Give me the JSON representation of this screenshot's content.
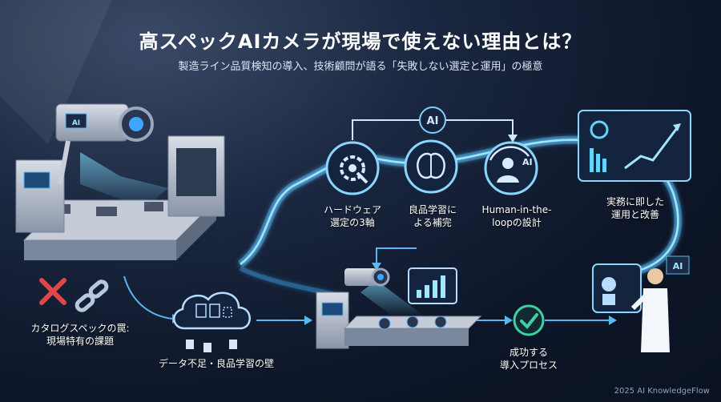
{
  "header": {
    "title": "高スペックAIカメラが現場で使えない理由とは？",
    "subtitle": "製造ライン品質検知の導入、技術顧問が語る「失敗しない選定と運用」の極意"
  },
  "hub": {
    "label": "AI"
  },
  "nodes": {
    "catalog_trap": "カタログスペックの罠:\n現場特有の課題",
    "data_shortage": "データ不足・良品学習の壁",
    "hardware": "ハードウェア\n選定の3軸",
    "good_learning": "良品学習に\nよる補完",
    "human_loop": "Human-in-the-\nloopの設計",
    "practice": "実務に即した\n運用と改善",
    "success": "成功する\n導入プロセス"
  },
  "icons": {
    "camera_badge": "AI",
    "screen_badge": "AI",
    "human_badge": "AI"
  },
  "footer": {
    "credit": "2025 AI KnowledgeFlow"
  },
  "colors": {
    "accent": "#3fb6ff",
    "glow": "#62d4ff",
    "error": "#e04848",
    "success": "#3fd0a0"
  }
}
